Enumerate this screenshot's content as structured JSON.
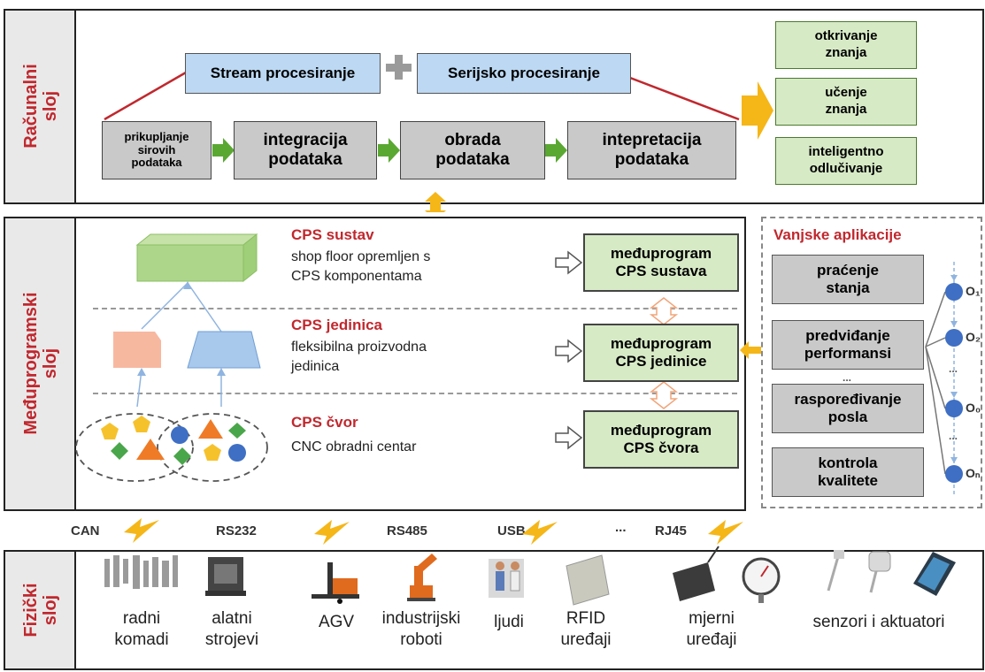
{
  "layers": {
    "computing": "Računalni\nsloj",
    "middleware": "Međuprogramski\nsloj",
    "physical": "Fizički\nsloj"
  },
  "computing": {
    "stream": "Stream procesiranje",
    "batch": "Serijsko procesiranje",
    "pipeline": [
      "prikupljanje\nsirovih\npodataka",
      "integracija\npodataka",
      "obrada\npodataka",
      "intepretacija\npodataka"
    ],
    "outcomes": [
      "otkrivanje\nznanja",
      "učenje\nznanja",
      "inteligentno\nodlučivanje"
    ]
  },
  "middleware": {
    "levels": [
      {
        "title": "CPS sustav",
        "desc": "shop floor opremljen s\nCPS komponentama",
        "box": "međuprogram\nCPS sustava"
      },
      {
        "title": "CPS jedinica",
        "desc": "fleksibilna proizvodna\njedinica",
        "box": "međuprogram\nCPS jedinice"
      },
      {
        "title": "CPS čvor",
        "desc": "CNC obradni centar",
        "box": "međuprogram\nCPS čvora"
      }
    ]
  },
  "external": {
    "title": "Vanjske aplikacije",
    "apps": [
      "praćenje\nstanja",
      "predviđanje\nperformansi",
      "raspoređivanje\nposla",
      "kontrola\nkvalitete"
    ],
    "outputs": [
      "O₁",
      "O₂",
      "O₀",
      "Oₙ"
    ],
    "ellipsis": "..."
  },
  "protocols": [
    "CAN",
    "RS232",
    "RS485",
    "USB",
    "...",
    "RJ45"
  ],
  "devices": [
    "radni\nkomadi",
    "alatni\nstrojevi",
    "AGV",
    "industrijski\nroboti",
    "ljudi",
    "RFID\nuređaji",
    "mjerni\nuređaji",
    "senzori i aktuatori"
  ],
  "colors": {
    "accent_red": "#c0282e",
    "blue_box": "#bcd8f2",
    "green_box": "#d7eac6",
    "gray_box": "#c9c9c9",
    "arrow_green": "#5aa832",
    "arrow_gold": "#f5b618"
  }
}
